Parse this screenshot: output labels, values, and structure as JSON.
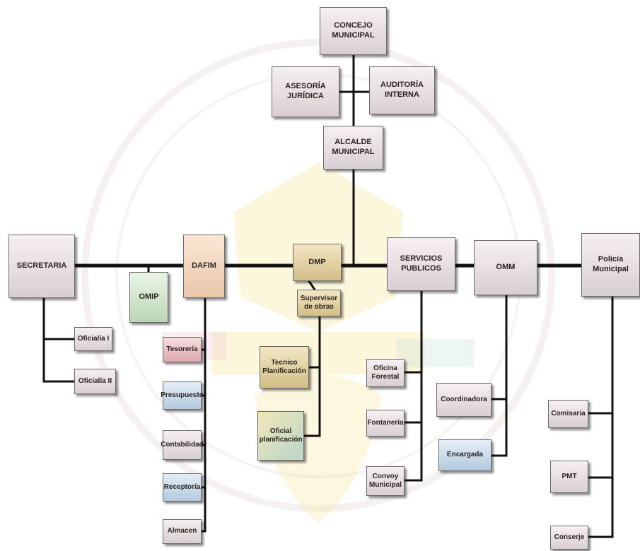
{
  "nodes": {
    "concejo": "CONCEJO MUNICIPAL",
    "asesoria": "ASESORÍA JURÍDICA",
    "auditoria": "AUDITORÍA INTERNA",
    "alcalde": "ALCALDE MUNICIPAL",
    "secretaria": "SECRETARIA",
    "omip": "OMIP",
    "dafim": "DAFIM",
    "dmp": "DMP",
    "supervisor": "Supervisor de obras",
    "servicios": "SERVICIOS PUBLICOS",
    "omm": "OMM",
    "policia": "Policía Municipal",
    "oficialia1": "Oficialía I",
    "oficialia2": "Oficialía II",
    "tesoreria": "Tesorería",
    "presupuesto": "Presupuesto",
    "contabilidad": "Contabilidad",
    "receptoria": "Receptoría",
    "almacen": "Almacen",
    "tecnico": "Tecnico Planificación",
    "oficial_plan": "Oficial planificación",
    "oficina_forestal": "Oficina Forestal",
    "fontaneria": "Fontanería",
    "convoy": "Convoy Municipal",
    "coordinadora": "Coordinadora",
    "encargada": "Encargada",
    "comisaria": "Comisaría",
    "pmt": "PMT",
    "conserje": "Conserje"
  },
  "colors": {
    "line": "#111111",
    "box_grey": "#e3dadd",
    "box_peach": "#f3d8bf",
    "box_tan": "#e3d3a4",
    "box_pink": "#e7b9bd",
    "box_blue": "#c6d8e7",
    "box_green": "#cfe4ca",
    "watermark_yellow": "#f6e58a"
  }
}
